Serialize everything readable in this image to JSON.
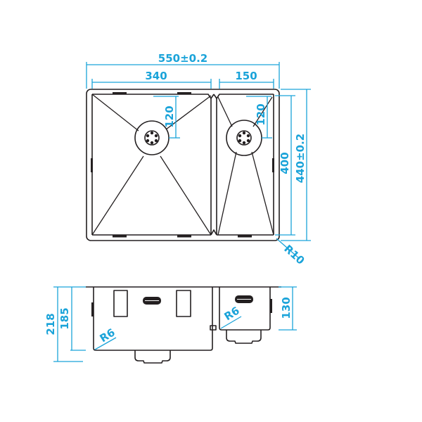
{
  "colors": {
    "line": "#231f20",
    "dimension": "#1aa3d9",
    "background": "#ffffff"
  },
  "top_view": {
    "overall_width": "550±0.2",
    "left_bowl_width": "340",
    "right_bowl_width": "150",
    "left_drain_offset": "120",
    "right_drain_offset": "120",
    "inner_depth": "400",
    "overall_depth": "440±0.2",
    "corner_radius": "R10"
  },
  "side_view": {
    "overall_height": "218",
    "left_bowl_height": "185",
    "right_bowl_height": "130",
    "left_inner_radius": "R6",
    "right_inner_radius": "R6"
  }
}
